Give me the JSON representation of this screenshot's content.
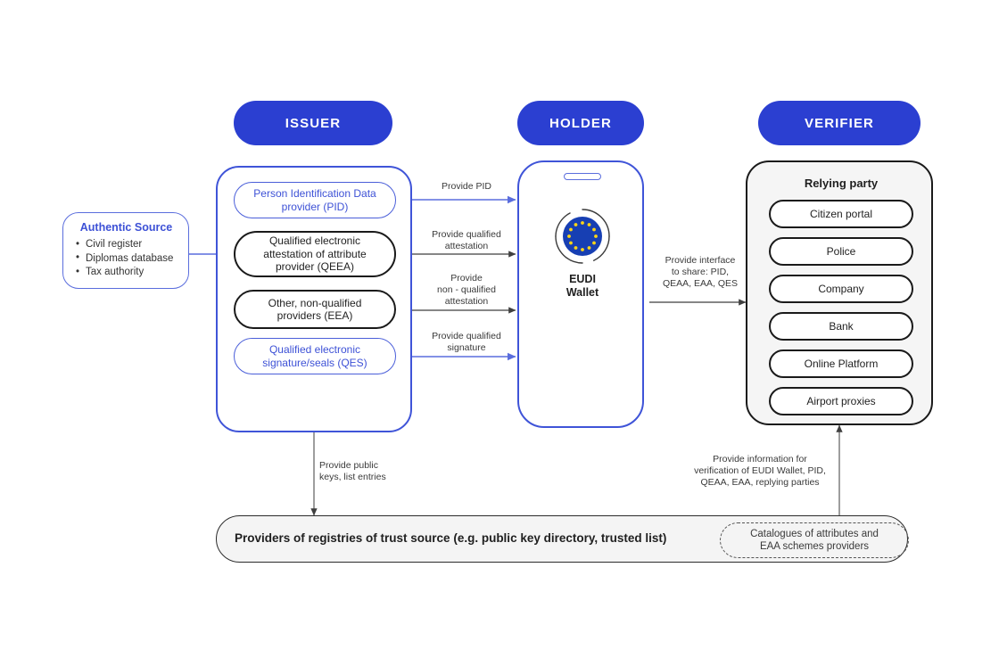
{
  "diagram": {
    "title": "EUDI Wallet ecosystem roles",
    "colors": {
      "brand_blue": "#2b3fd1",
      "accent_blue": "#3d51d6",
      "line_blue": "#5a6ddd",
      "line_gray": "#4a4a4a",
      "panel_gray": "#f4f4f4"
    }
  },
  "headers": {
    "issuer": "ISSUER",
    "holder": "HOLDER",
    "verifier": "VERIFIER"
  },
  "authentic_source": {
    "title": "Authentic Source",
    "items": [
      "Civil register",
      "Diplomas database",
      "Tax authority"
    ]
  },
  "issuer": {
    "items": [
      {
        "label_line1": "Person Identification Data",
        "label_line2": "provider (PID)",
        "style": "blue"
      },
      {
        "label_line1": "Qualified electronic",
        "label_line2": "attestation of attribute",
        "label_line3": "provider (QEEA)",
        "style": "black"
      },
      {
        "label_line1": "Other, non-qualified",
        "label_line2": "providers (EEA)",
        "style": "black"
      },
      {
        "label_line1": "Qualified electronic",
        "label_line2": "signature/seals (QES)",
        "style": "blue"
      }
    ]
  },
  "holder": {
    "wallet_label_line1": "EUDI",
    "wallet_label_line2": "Wallet",
    "wallet_icon": "eu-flag-icon"
  },
  "verifier": {
    "title": "Relying party",
    "items": [
      "Citizen portal",
      "Police",
      "Company",
      "Bank",
      "Online Platform",
      "Airport proxies"
    ]
  },
  "trust_registry": {
    "label": "Providers of registries of trust source (e.g. public key directory, trusted list)",
    "catalogue_line1": "Catalogues of attributes and",
    "catalogue_line2": "EAA schemes providers"
  },
  "edges": {
    "provide_pid": "Provide PID",
    "provide_qualified_attestation_l1": "Provide qualified",
    "provide_qualified_attestation_l2": "attestation",
    "provide_non_qualified_l1": "Provide",
    "provide_non_qualified_l2": "non - qualified",
    "provide_non_qualified_l3": "attestation",
    "provide_qualified_signature_l1": "Provide qualified",
    "provide_qualified_signature_l2": "signature",
    "provide_interface_l1": "Provide interface",
    "provide_interface_l2": "to share: PID,",
    "provide_interface_l3": "QEAA, EAA, QES",
    "provide_public_keys_l1": "Provide public",
    "provide_public_keys_l2": "keys, list entries",
    "provide_information_l1": "Provide information for",
    "provide_information_l2": "verification of EUDI Wallet, PID,",
    "provide_information_l3": "QEAA, EAA, replying parties"
  }
}
